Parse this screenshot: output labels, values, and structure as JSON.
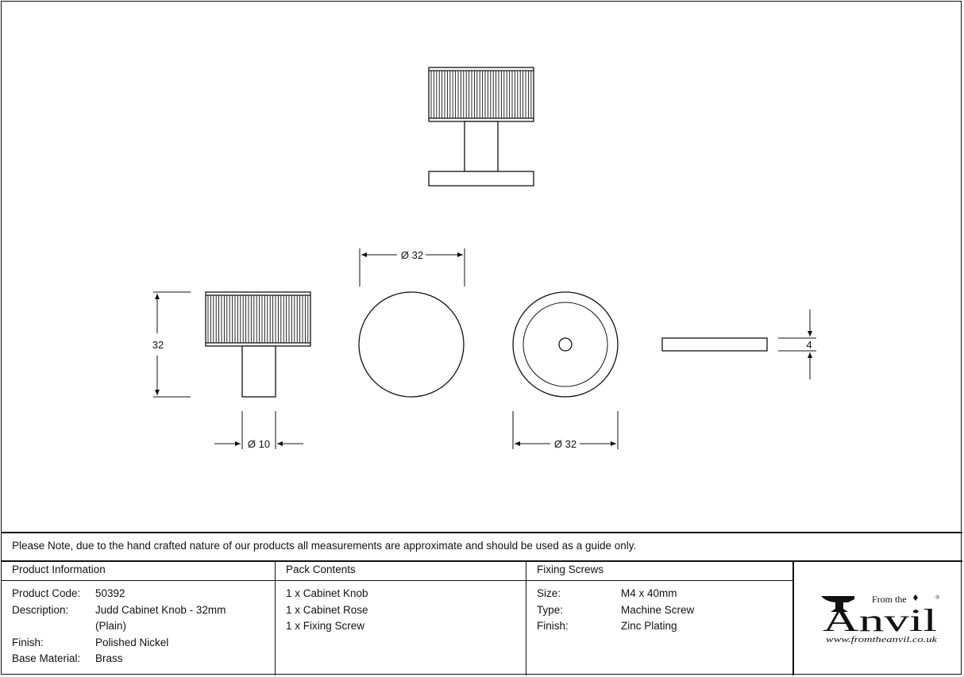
{
  "dimensions": {
    "knob_diameter": "Ø 32",
    "knob_height": "32",
    "spindle_diameter": "Ø 10",
    "rose_diameter": "Ø 32",
    "rose_thickness": "4"
  },
  "note": "Please Note, due to the hand crafted nature of our products all measurements are approximate and should be used as a guide only.",
  "product_info": {
    "title": "Product Information",
    "rows": [
      {
        "label": "Product Code:",
        "value": "50392"
      },
      {
        "label": "Description:",
        "value": "Judd Cabinet Knob - 32mm"
      },
      {
        "label": "",
        "value": "(Plain)"
      },
      {
        "label": "Finish:",
        "value": "Polished Nickel"
      },
      {
        "label": "Base Material:",
        "value": "Brass"
      }
    ]
  },
  "pack_contents": {
    "title": "Pack Contents",
    "items": [
      "1 x Cabinet Knob",
      "1 x Cabinet Rose",
      "1 x Fixing Screw"
    ]
  },
  "fixing_screws": {
    "title": "Fixing Screws",
    "rows": [
      {
        "label": "Size:",
        "value": "M4 x 40mm"
      },
      {
        "label": "Type:",
        "value": "Machine Screw"
      },
      {
        "label": "Finish:",
        "value": "Zinc Plating"
      }
    ]
  },
  "logo": {
    "top_text": "From the",
    "brand": "Anvil",
    "registered": "®",
    "url": "www.fromtheanvil.co.uk"
  }
}
